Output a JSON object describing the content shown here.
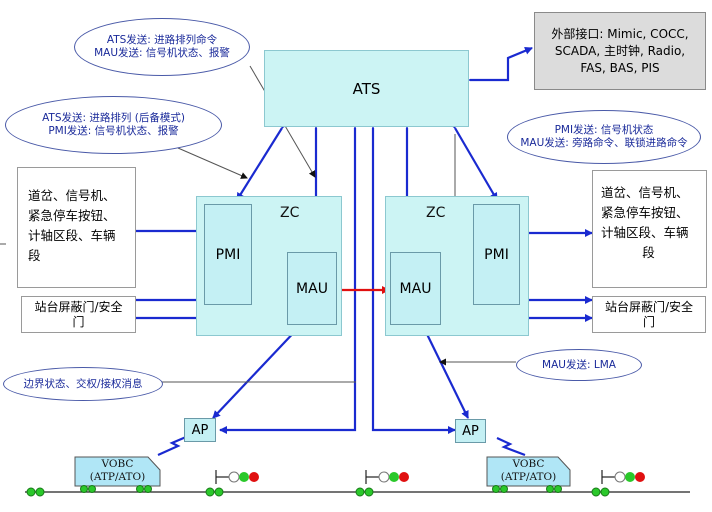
{
  "ats": "ATS",
  "external": [
    "外部接口: Mimic, COCC,",
    "SCADA, 主时钟, Radio,",
    "FAS, BAS, PIS"
  ],
  "zc_left": "ZC",
  "zc_right": "ZC",
  "pmi_left": "PMI",
  "pmi_right": "PMI",
  "mau_left": "MAU",
  "mau_right": "MAU",
  "field_left": [
    "道岔、信号机、",
    "紧急停车按钮、",
    "计轴区段、车辆",
    "段"
  ],
  "field_right": [
    "道岔、信号机、",
    "紧急停车按钮、",
    "计轴区段、车辆",
    "段"
  ],
  "psd_left": [
    "站台屏蔽门/安全",
    "门"
  ],
  "psd_right": [
    "站台屏蔽门/安全",
    "门"
  ],
  "ap_left": "AP",
  "ap_right": "AP",
  "vobc_left": [
    "VOBC",
    "(ATP/ATO)"
  ],
  "vobc_right": [
    "VOBC",
    "(ATP/ATO)"
  ],
  "callout_1": [
    "ATS发送: 进路排列命令",
    "MAU发送: 信号机状态、报警"
  ],
  "callout_2": [
    "ATS发送: 进路排列 (后备模式)",
    "PMI发送: 信号机状态、报警"
  ],
  "callout_3": [
    "PMI发送: 信号机状态",
    "MAU发送: 旁路命令、联锁进路命令"
  ],
  "callout_4": [
    "边界状态、交权/接权消息"
  ],
  "callout_5": [
    "MAU发送: LMA"
  ]
}
